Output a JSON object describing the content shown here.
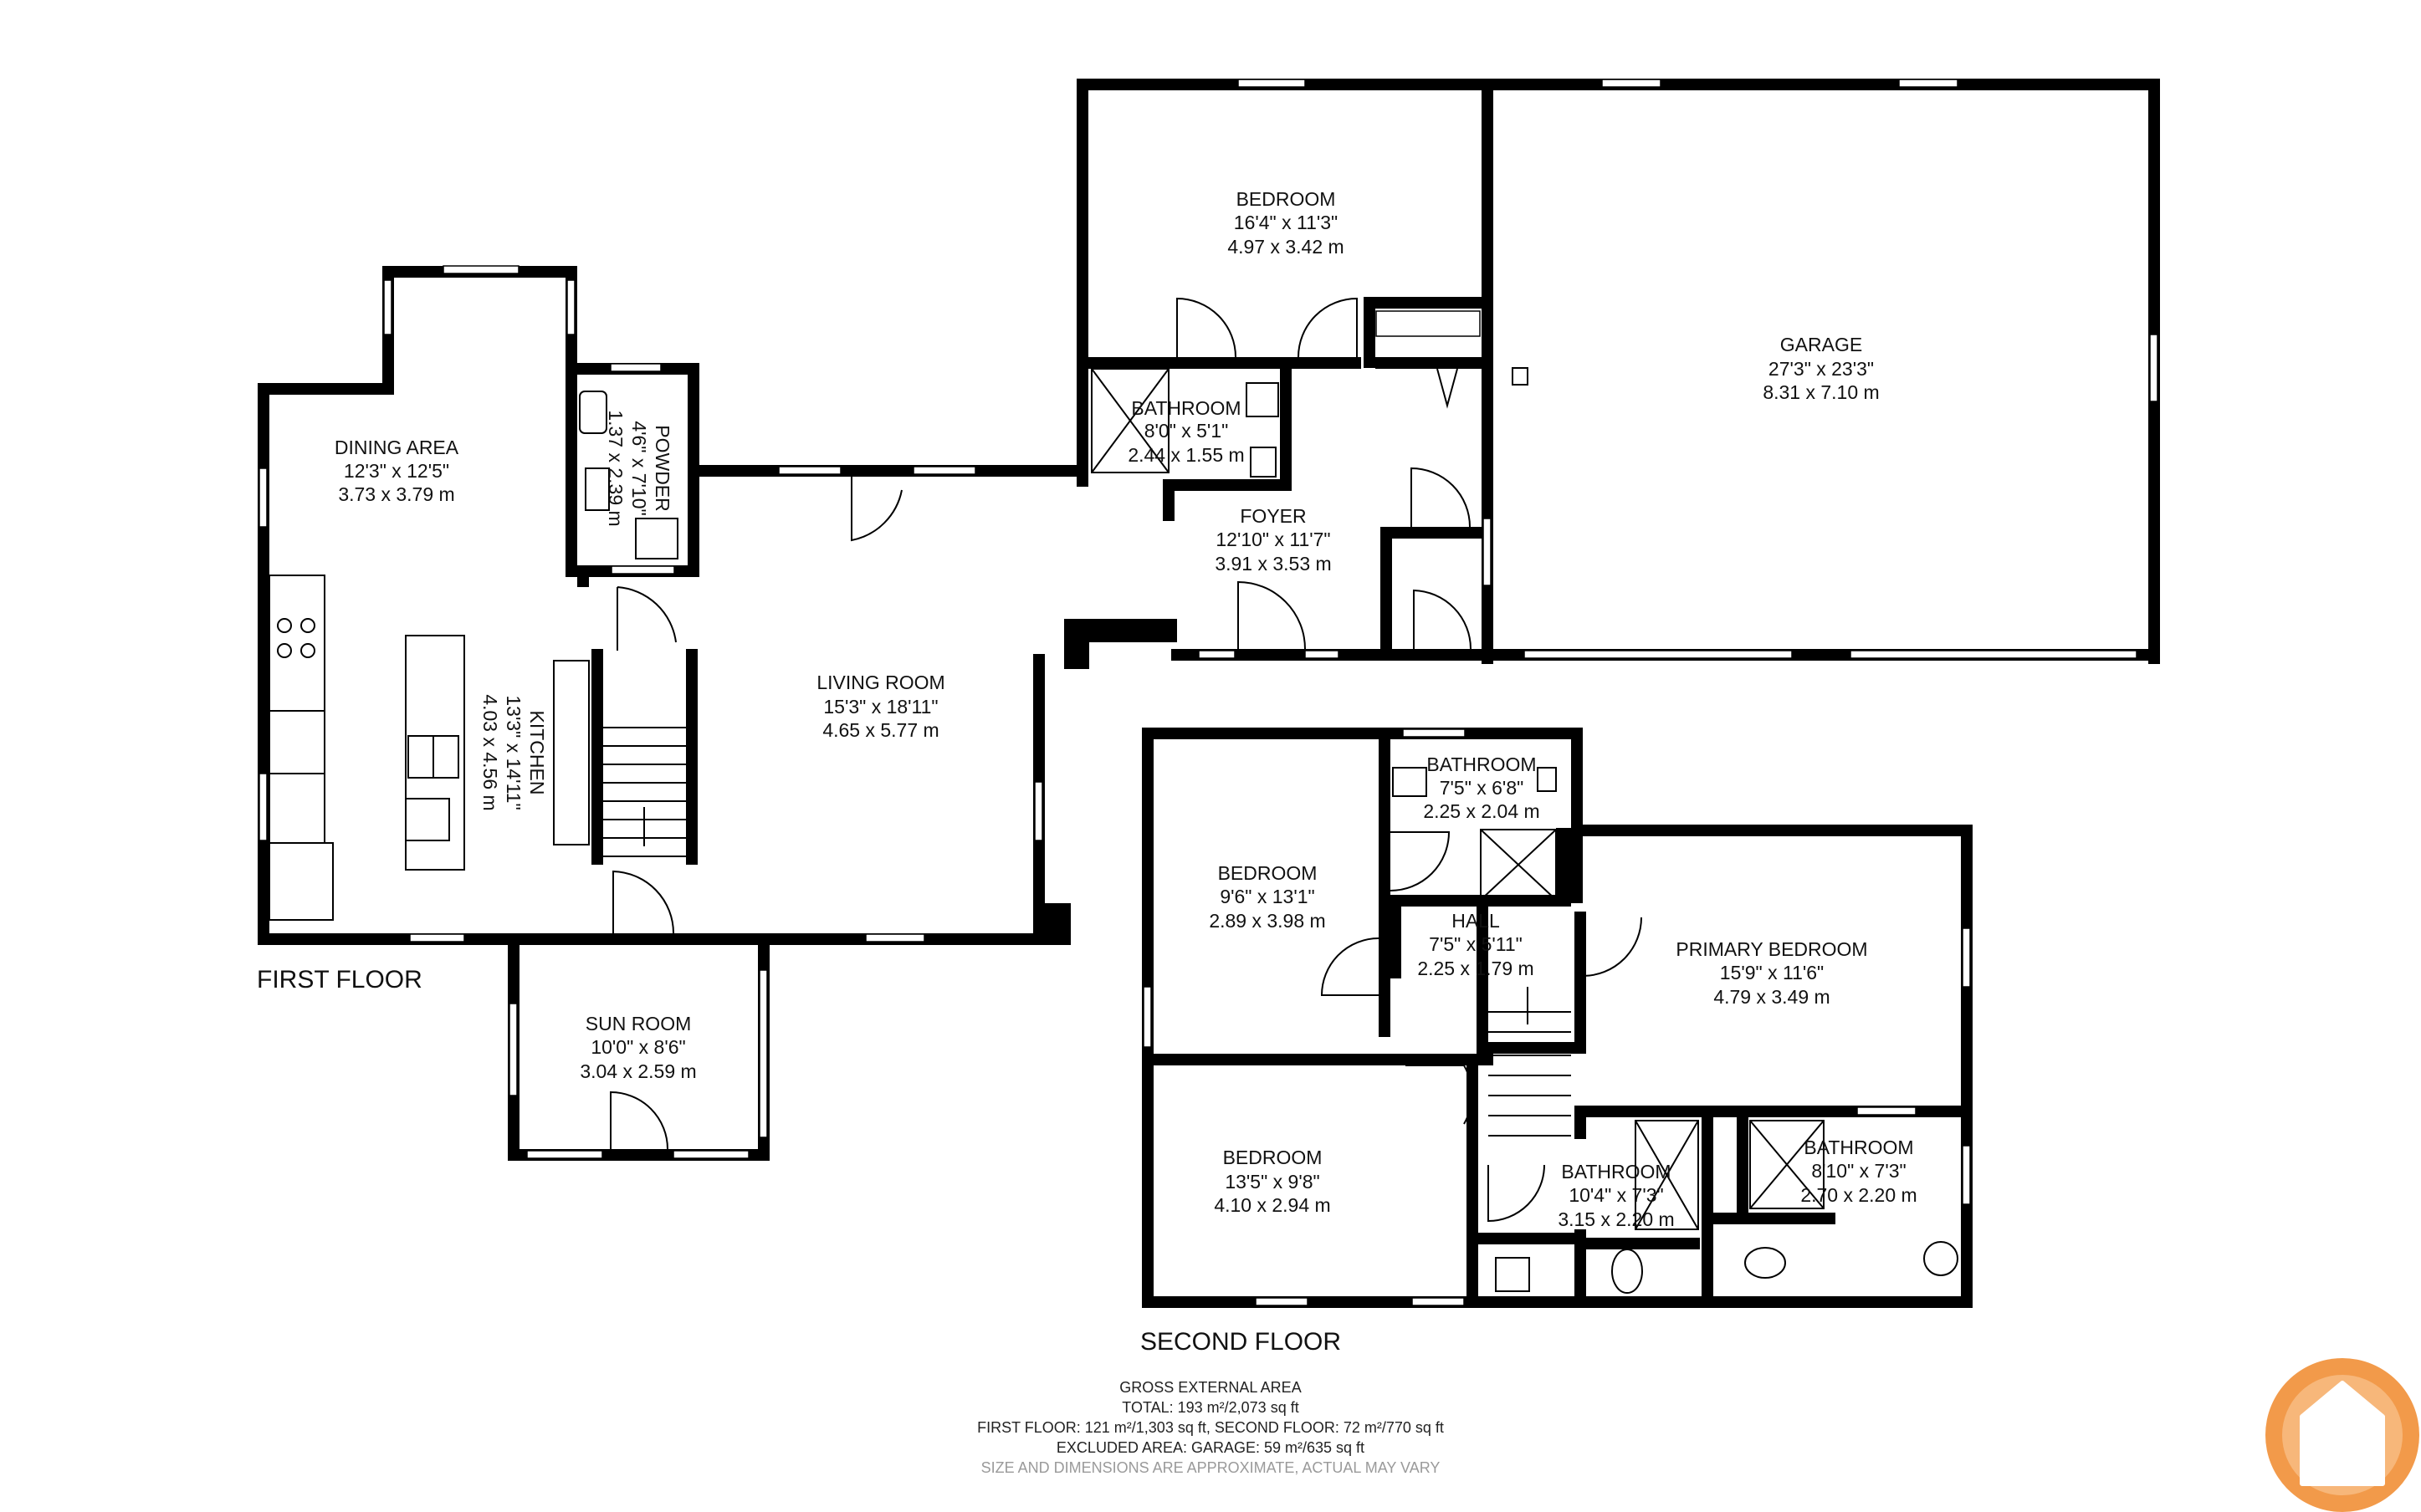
{
  "floors": {
    "first": "FIRST FLOOR",
    "second": "SECOND FLOOR"
  },
  "rooms": {
    "dining": {
      "name": "DINING AREA",
      "imperial": "12'3\" x 12'5\"",
      "metric": "3.73 x 3.79 m"
    },
    "powder": {
      "name": "POWDER",
      "imperial": "4'6\" x 7'10\"",
      "metric": "1.37 x 2.39 m"
    },
    "kitchen": {
      "name": "KITCHEN",
      "imperial": "13'3\" x 14'11\"",
      "metric": "4.03 x 4.56 m"
    },
    "living": {
      "name": "LIVING ROOM",
      "imperial": "15'3\" x 18'11\"",
      "metric": "4.65 x 5.77 m"
    },
    "sunroom": {
      "name": "SUN ROOM",
      "imperial": "10'0\" x 8'6\"",
      "metric": "3.04 x 2.59 m"
    },
    "bedroom_1f": {
      "name": "BEDROOM",
      "imperial": "16'4\" x 11'3\"",
      "metric": "4.97 x 3.42 m"
    },
    "bath_1f": {
      "name": "BATHROOM",
      "imperial": "8'0\" x 5'1\"",
      "metric": "2.44 x 1.55 m"
    },
    "foyer": {
      "name": "FOYER",
      "imperial": "12'10\" x 11'7\"",
      "metric": "3.91 x 3.53 m"
    },
    "garage": {
      "name": "GARAGE",
      "imperial": "27'3\" x 23'3\"",
      "metric": "8.31 x 7.10 m"
    },
    "bedroom_2a": {
      "name": "BEDROOM",
      "imperial": "9'6\" x 13'1\"",
      "metric": "2.89 x 3.98 m"
    },
    "bath_2a": {
      "name": "BATHROOM",
      "imperial": "7'5\" x 6'8\"",
      "metric": "2.25 x 2.04 m"
    },
    "hall": {
      "name": "HALL",
      "imperial": "7'5\" x 5'11\"",
      "metric": "2.25 x 1.79 m"
    },
    "primary": {
      "name": "PRIMARY BEDROOM",
      "imperial": "15'9\" x 11'6\"",
      "metric": "4.79 x 3.49 m"
    },
    "bedroom_2b": {
      "name": "BEDROOM",
      "imperial": "13'5\" x 9'8\"",
      "metric": "4.10 x 2.94 m"
    },
    "bath_2b": {
      "name": "BATHROOM",
      "imperial": "10'4\" x 7'3\"",
      "metric": "3.15 x 2.20 m"
    },
    "bath_2c": {
      "name": "BATHROOM",
      "imperial": "8'10\" x 7'3\"",
      "metric": "2.70 x 2.20 m"
    }
  },
  "footer": {
    "heading": "GROSS EXTERNAL AREA",
    "total": "TOTAL: 193 m²/2,073 sq ft",
    "floors": "FIRST FLOOR: 121 m²/1,303 sq ft, SECOND FLOOR: 72 m²/770 sq ft",
    "excluded": "EXCLUDED AREA: GARAGE: 59 m²/635 sq ft",
    "disclaimer": "SIZE AND DIMENSIONS ARE APPROXIMATE, ACTUAL MAY VARY"
  },
  "colors": {
    "wall": "#000000",
    "logo_orange": "#f29a4a",
    "logo_inner": "#f7b77a"
  },
  "icons": {
    "logo": "house-logo-icon"
  }
}
